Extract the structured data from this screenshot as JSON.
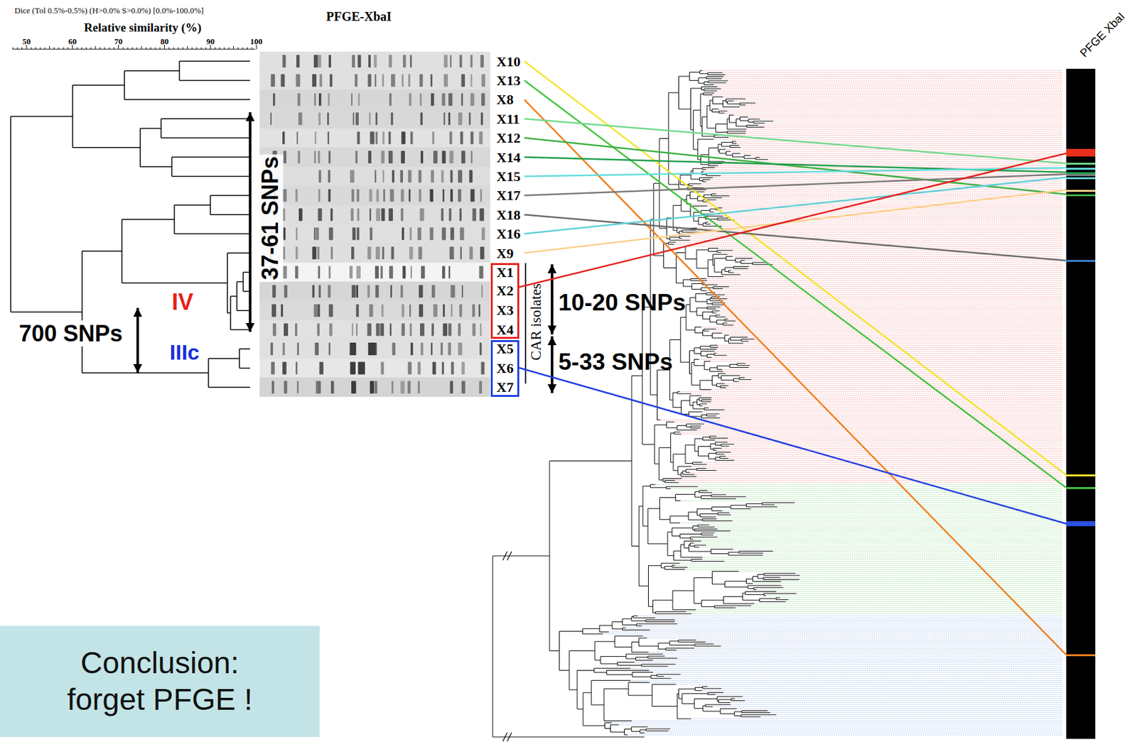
{
  "diagram": {
    "nodes": [
      {
        "text": [
          "X1",
          "X2",
          "X3",
          "X4"
        ]
      },
      {
        "text": [
          "X5",
          "X6",
          "X7"
        ]
      },
      {
        "text": [
          "PFGE XbaI"
        ]
      },
      {
        "text": [
          "Conclusion: forget PFGE !"
        ]
      }
    ],
    "edges": [
      {
        "from": 0,
        "to": 2,
        "arrow": "none"
      },
      {
        "from": 1,
        "to": 2,
        "arrow": "none"
      }
    ],
    "labels": [
      "Dice (Tol 0.5%-0.5%) (H>0.0% S>0.0%) [0.0%-100.0%]",
      "Relative similarity (%)",
      "50",
      "60",
      "70",
      "80",
      "90",
      "100",
      "PFGE-XbaI",
      "X10",
      "X13",
      "X8",
      "X11",
      "X12",
      "X14",
      "X15",
      "X17",
      "X18",
      "X16",
      "X9",
      "37-61 SNPs",
      "CAR isolates",
      "10-20 SNPs",
      "5-33 SNPs",
      "IV",
      "IIIc",
      "700 SNPs"
    ]
  }
}
